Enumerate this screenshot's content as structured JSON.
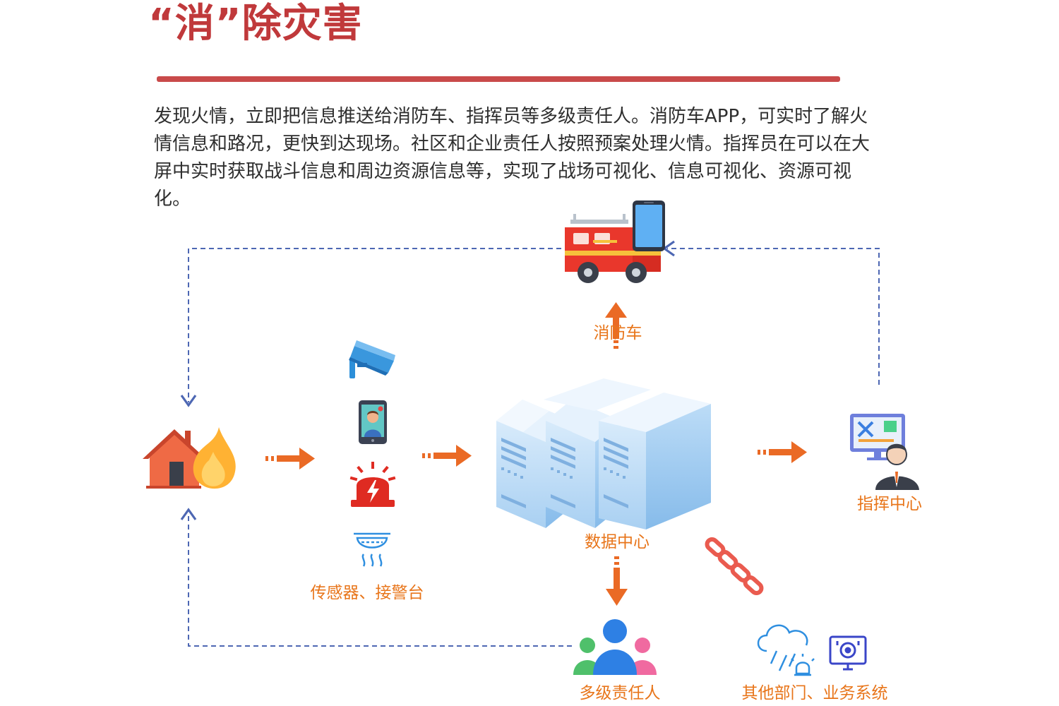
{
  "title": "“消”除灾害",
  "description": "发现火情，立即把信息推送给消防车、指挥员等多级责任人。消防车APP，可实时了解火情信息和路况，更快到达现场。社区和企业责任人按照预案处理火情。指挥员在可以在大屏中实时获取战斗信息和周边资源信息等，实现了战场可视化、信息可视化、资源可视化。",
  "nodes": {
    "fire_truck": {
      "label": "消防车",
      "icon": "fire-truck-icon"
    },
    "sensors": {
      "label": "传感器、接警台",
      "icons": [
        "cctv-camera-icon",
        "tablet-app-icon",
        "alarm-siren-icon",
        "smoke-detector-icon"
      ]
    },
    "data_center": {
      "label": "数据中心",
      "icon": "server-cluster-icon"
    },
    "command_center": {
      "label": "指挥中心",
      "icon": "command-monitor-icon"
    },
    "responsible": {
      "label": "多级责任人",
      "icon": "people-group-icon"
    },
    "other_depts": {
      "label": "其他部门、业务系统",
      "icons": [
        "weather-cloud-icon",
        "monitoring-screen-icon"
      ]
    },
    "fire_house": {
      "icon": "burning-house-icon"
    }
  },
  "colors": {
    "title": "#c0393b",
    "divider": "#c94a4a",
    "accent": "#ea6a25",
    "label": "#e8751a",
    "dashed_line": "#4d67b3",
    "server": "#9ec9f0"
  }
}
